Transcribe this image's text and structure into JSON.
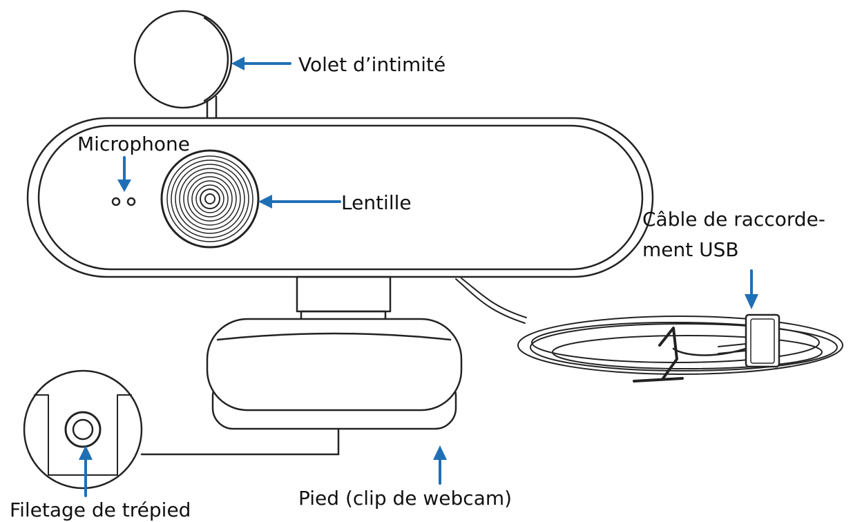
{
  "labels": {
    "privacy_shutter": "Volet d’intimité",
    "microphone": "Microphone",
    "lens": "Lentille",
    "usb_cable_line1": "Câble de raccorde-",
    "usb_cable_line2": "ment USB",
    "tripod_thread": "Filetage de trépied",
    "base_clip": "Pied (clip de webcam)"
  },
  "colors": {
    "line": "#222222",
    "arrow": "#1f6fb5",
    "text": "#111111",
    "background": "#ffffff"
  }
}
